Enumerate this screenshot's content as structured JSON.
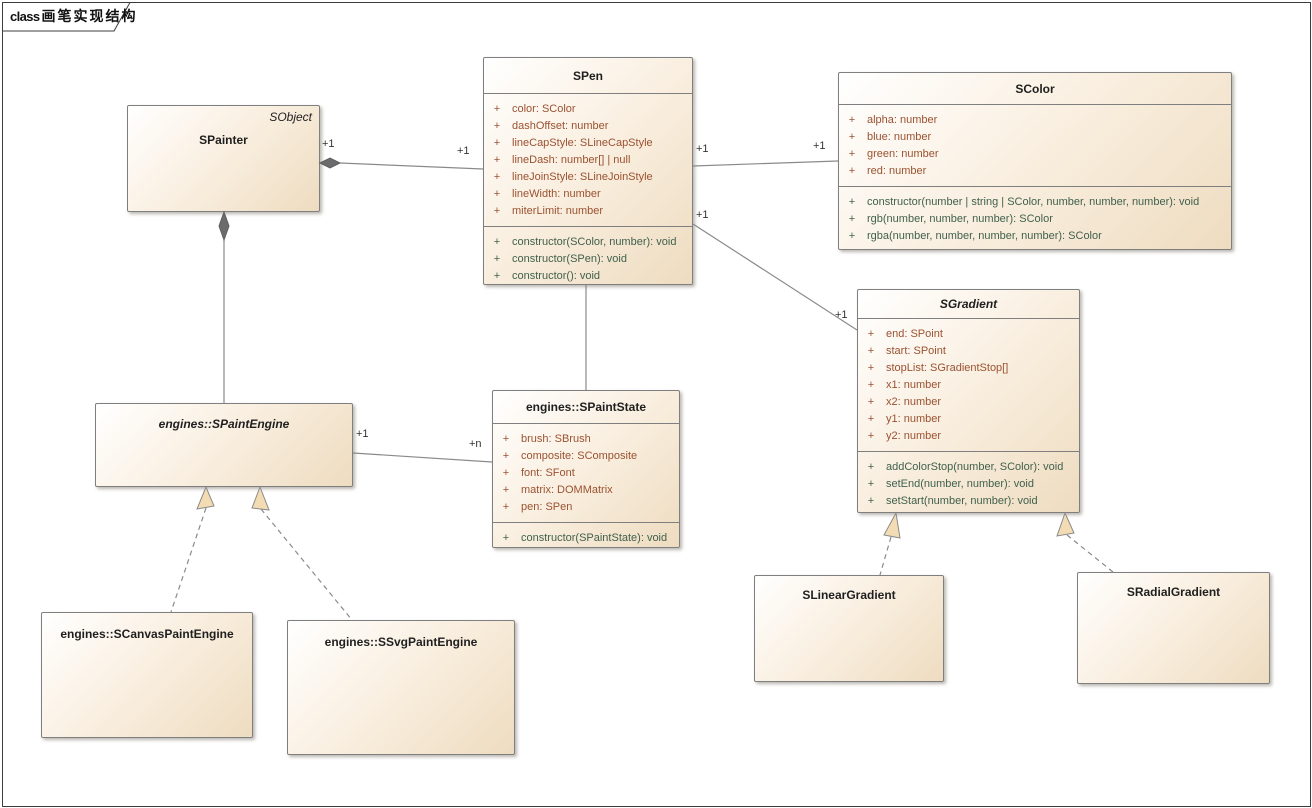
{
  "frame": {
    "keyword": "class",
    "title": "画笔实现结构"
  },
  "symbols": {
    "public": "+"
  },
  "colors": {
    "attribute_text": "#9b5231",
    "method_text": "#41614d",
    "box_border": "#7f7f7f",
    "connector": "#8a8a8a",
    "diamond_fill": "#6b6b6b",
    "triangle_fill": "#f3dcb3"
  },
  "classes": {
    "spainter": {
      "title": "SPainter",
      "stereotype": "SObject"
    },
    "spen": {
      "title": "SPen",
      "attributes": [
        "color: SColor",
        "dashOffset: number",
        "lineCapStyle: SLineCapStyle",
        "lineDash: number[] | null",
        "lineJoinStyle: SLineJoinStyle",
        "lineWidth: number",
        "miterLimit: number"
      ],
      "methods": [
        "constructor(SColor, number): void",
        "constructor(SPen): void",
        "constructor(): void"
      ]
    },
    "scolor": {
      "title": "SColor",
      "attributes": [
        "alpha: number",
        "blue: number",
        "green: number",
        "red: number"
      ],
      "methods": [
        "constructor(number | string | SColor, number, number, number): void",
        "rgb(number, number, number): SColor",
        "rgba(number, number, number, number): SColor"
      ]
    },
    "sgradient": {
      "title": "SGradient",
      "attributes": [
        "end: SPoint",
        "start: SPoint",
        "stopList: SGradientStop[]",
        "x1: number",
        "x2: number",
        "y1: number",
        "y2: number"
      ],
      "methods": [
        "addColorStop(number, SColor): void",
        "setEnd(number, number): void",
        "setStart(number, number): void"
      ]
    },
    "spaintstate": {
      "title": "engines::SPaintState",
      "attributes": [
        "brush: SBrush",
        "composite: SComposite",
        "font: SFont",
        "matrix: DOMMatrix",
        "pen: SPen"
      ],
      "methods": [
        "constructor(SPaintState): void"
      ]
    },
    "spaintengine": {
      "title": "engines::SPaintEngine"
    },
    "scanvas": {
      "title": "engines::SCanvasPaintEngine"
    },
    "ssvg": {
      "title": "engines::SSvgPaintEngine"
    },
    "slinear": {
      "title": "SLinearGradient"
    },
    "sradial": {
      "title": "SRadialGradient"
    }
  },
  "multiplicities": [
    {
      "text": "+1"
    },
    {
      "text": "+1"
    },
    {
      "text": "+1"
    },
    {
      "text": "+1"
    },
    {
      "text": "+1"
    },
    {
      "text": "+1"
    },
    {
      "text": "+1"
    },
    {
      "text": "+n"
    }
  ]
}
